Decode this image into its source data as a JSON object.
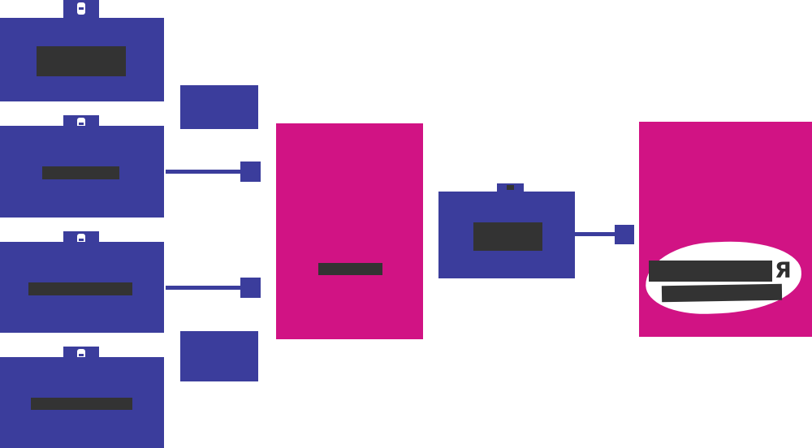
{
  "diagram": {
    "type": "flowchart",
    "colors": {
      "node_blue": "#3b3d9c",
      "node_magenta": "#d11384",
      "redacted_text": "#333333",
      "highlight_blob": "#ffffff"
    },
    "left_sources": [
      {
        "name": "source-card-1",
        "label": ""
      },
      {
        "name": "source-card-2",
        "label": ""
      },
      {
        "name": "source-card-3",
        "label": ""
      },
      {
        "name": "source-card-4",
        "label": ""
      }
    ],
    "center_panel": {
      "label": ""
    },
    "process_box": {
      "label": ""
    },
    "right_panel": {
      "visible_text": "Я"
    }
  }
}
